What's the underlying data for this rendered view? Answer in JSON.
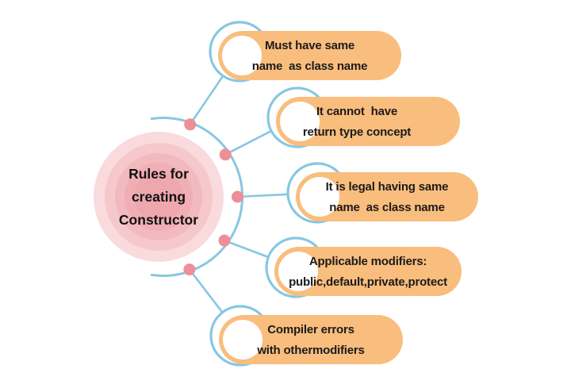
{
  "center": {
    "label": "Rules for\ncreating\nConstructor"
  },
  "rules": [
    {
      "label": "Must have same\nname  as class name"
    },
    {
      "label": "It cannot  have\nreturn type concept"
    },
    {
      "label": "It is legal having same\nname  as class name"
    },
    {
      "label": "Applicable modifiers:\npublic,default,private,protect"
    },
    {
      "label": "Compiler errors\nwith othermodifiers"
    }
  ],
  "palette": {
    "background": "#FFFFFF",
    "pill_orange": "#F9BD7D",
    "line_blue": "#86C7E3",
    "dot_pink": "#EE8E96",
    "center_ring_outer": "#F9DBDD",
    "center_ring_2": "#F5C9CC",
    "center_ring_3": "#F2BABF",
    "center_ring_4": "#EFAFB4",
    "center_ring_inner": "#EDA7AD",
    "text": "#1B1B1B"
  }
}
